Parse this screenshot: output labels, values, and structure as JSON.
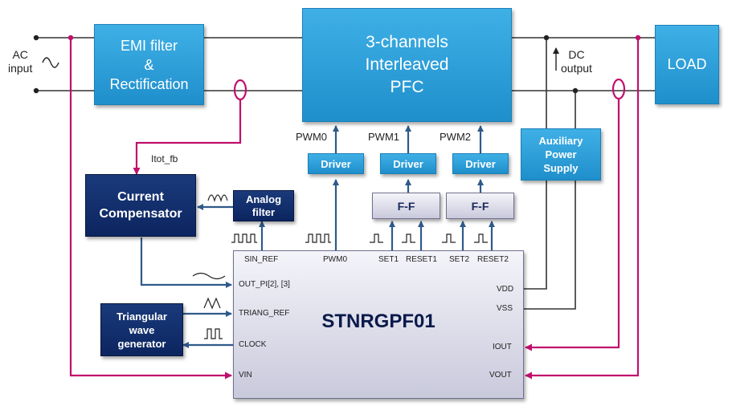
{
  "blocks": {
    "emi": "EMI filter\n&\nRectification",
    "pfc": "3-channels\nInterleaved\nPFC",
    "load": "LOAD",
    "aux": "Auxiliary\nPower\nSupply",
    "current_comp": "Current\nCompensator",
    "analog_filter": "Analog\nfilter",
    "triangular": "Triangular\nwave\ngenerator",
    "driver": "Driver",
    "ff": "F-F",
    "chip": "STNRGPF01"
  },
  "labels": {
    "ac_input": "AC\ninput",
    "dc_output": "DC\noutput",
    "itot_fb": "Itot_fb",
    "pwm0": "PWM0",
    "pwm1": "PWM1",
    "pwm2": "PWM2"
  },
  "pins": {
    "sin_ref": "SIN_REF",
    "pwm0": "PWM0",
    "set1": "SET1",
    "reset1": "RESET1",
    "set2": "SET2",
    "reset2": "RESET2",
    "out_pi": "OUT_PI[2], [3]",
    "triang_ref": "TRIANG_REF",
    "clock": "CLOCK",
    "vin": "VIN",
    "vdd": "VDD",
    "vss": "VSS",
    "iout": "IOUT",
    "vout": "VOUT"
  },
  "colors": {
    "wire": "#333333",
    "signal": "#2e5a8a",
    "sense": "#c0106e"
  }
}
